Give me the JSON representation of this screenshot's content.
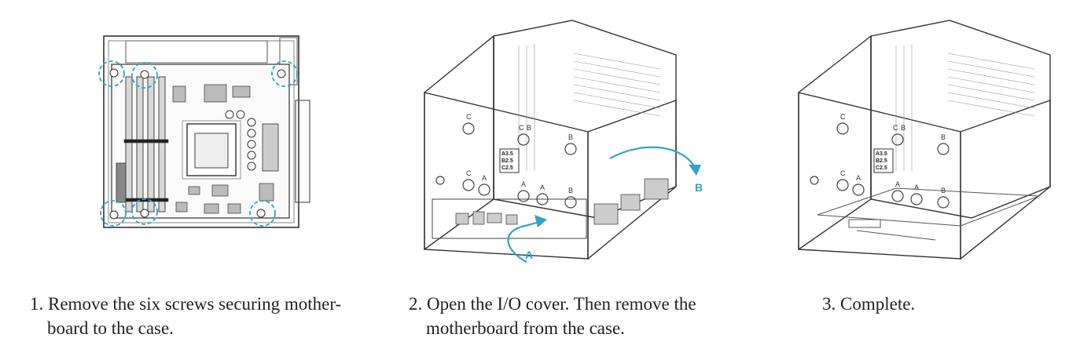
{
  "steps": [
    {
      "number": "1.",
      "line1": "Remove the six screws securing mother-",
      "line2": "board to the case."
    },
    {
      "number": "2.",
      "line1": "Open the I/O cover. Then remove the",
      "line2": "motherboard from the case.",
      "callouts": [
        "A",
        "B"
      ]
    },
    {
      "number": "3.",
      "line1": "Complete."
    }
  ],
  "case_label": [
    "A3.5",
    "B2.5",
    "C2.5"
  ],
  "hole_letters": [
    "C",
    "C",
    "B",
    "B",
    "C",
    "A",
    "A",
    "B",
    "A"
  ],
  "colors": {
    "accent": "#2fa4c8",
    "line": "#333333"
  }
}
